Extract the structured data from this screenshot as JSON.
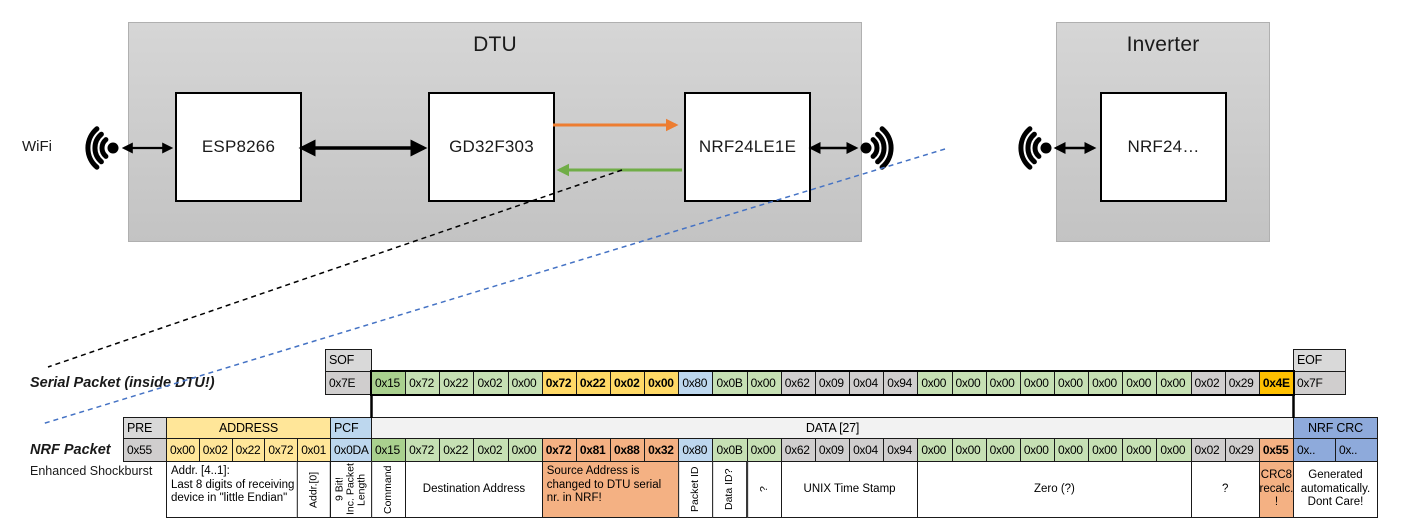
{
  "diagram": {
    "wifi_label": "WiFi",
    "dtu": {
      "title": "DTU",
      "components": [
        "ESP8266",
        "GD32F303",
        "NRF24LE1E"
      ]
    },
    "inverter": {
      "title": "Inverter",
      "components": [
        "NRF24…"
      ]
    },
    "colors": {
      "orange_arrow": "#ED7D31",
      "green_arrow": "#70AD47",
      "blue_dashed_line": "#4472C4",
      "black_dashed_line": "#000000"
    }
  },
  "serial_packet": {
    "label": "Serial Packet (inside DTU!)",
    "sof": {
      "header": "SOF",
      "value": "0x7E"
    },
    "eof": {
      "header": "EOF",
      "value": "0x7F"
    },
    "bytes": [
      {
        "v": "0x15",
        "c": "gd"
      },
      {
        "v": "0x72",
        "c": "gn"
      },
      {
        "v": "0x22",
        "c": "gn"
      },
      {
        "v": "0x02",
        "c": "gn"
      },
      {
        "v": "0x00",
        "c": "gn"
      },
      {
        "v": "0x72",
        "c": "au"
      },
      {
        "v": "0x22",
        "c": "au"
      },
      {
        "v": "0x02",
        "c": "au"
      },
      {
        "v": "0x00",
        "c": "au"
      },
      {
        "v": "0x80",
        "c": "bl"
      },
      {
        "v": "0x0B",
        "c": "gn"
      },
      {
        "v": "0x00",
        "c": "gn"
      },
      {
        "v": "0x62",
        "c": "gy"
      },
      {
        "v": "0x09",
        "c": "gy"
      },
      {
        "v": "0x04",
        "c": "gy"
      },
      {
        "v": "0x94",
        "c": "gy"
      },
      {
        "v": "0x00",
        "c": "gn"
      },
      {
        "v": "0x00",
        "c": "gn"
      },
      {
        "v": "0x00",
        "c": "gn"
      },
      {
        "v": "0x00",
        "c": "gn"
      },
      {
        "v": "0x00",
        "c": "gn"
      },
      {
        "v": "0x00",
        "c": "gn"
      },
      {
        "v": "0x00",
        "c": "gn"
      },
      {
        "v": "0x00",
        "c": "gn"
      },
      {
        "v": "0x02",
        "c": "gy"
      },
      {
        "v": "0x29",
        "c": "gy"
      },
      {
        "v": "0x4E",
        "c": "am"
      }
    ]
  },
  "nrf_packet": {
    "label": "NRF Packet",
    "sublabel": "Enhanced Shockburst",
    "groups": [
      {
        "header": "PRE",
        "bytes": [
          {
            "v": "0x55",
            "c": "gy"
          }
        ]
      },
      {
        "header": "ADDRESS",
        "bytes": [
          {
            "v": "0x00",
            "c": "ye"
          },
          {
            "v": "0x02",
            "c": "ye"
          },
          {
            "v": "0x22",
            "c": "ye"
          },
          {
            "v": "0x72",
            "c": "ye"
          },
          {
            "v": "0x01",
            "c": "ye"
          }
        ]
      },
      {
        "header": "PCF",
        "bytes": [
          {
            "v": "0x0DA",
            "c": "bl"
          }
        ]
      },
      {
        "header": "DATA [27]",
        "bytes": [
          {
            "v": "0x15",
            "c": "gd"
          },
          {
            "v": "0x72",
            "c": "gn"
          },
          {
            "v": "0x22",
            "c": "gn"
          },
          {
            "v": "0x02",
            "c": "gn"
          },
          {
            "v": "0x00",
            "c": "gn"
          },
          {
            "v": "0x72",
            "c": "sa"
          },
          {
            "v": "0x81",
            "c": "sa"
          },
          {
            "v": "0x88",
            "c": "sa"
          },
          {
            "v": "0x32",
            "c": "sa"
          },
          {
            "v": "0x80",
            "c": "bl"
          },
          {
            "v": "0x0B",
            "c": "gn"
          },
          {
            "v": "0x00",
            "c": "gn"
          },
          {
            "v": "0x62",
            "c": "gy"
          },
          {
            "v": "0x09",
            "c": "gy"
          },
          {
            "v": "0x04",
            "c": "gy"
          },
          {
            "v": "0x94",
            "c": "gy"
          },
          {
            "v": "0x00",
            "c": "gn"
          },
          {
            "v": "0x00",
            "c": "gn"
          },
          {
            "v": "0x00",
            "c": "gn"
          },
          {
            "v": "0x00",
            "c": "gn"
          },
          {
            "v": "0x00",
            "c": "gn"
          },
          {
            "v": "0x00",
            "c": "gn"
          },
          {
            "v": "0x00",
            "c": "gn"
          },
          {
            "v": "0x00",
            "c": "gn"
          },
          {
            "v": "0x02",
            "c": "gy"
          },
          {
            "v": "0x29",
            "c": "gy"
          },
          {
            "v": "0x55",
            "c": "sa"
          }
        ]
      },
      {
        "header": "NRF CRC",
        "bytes": [
          {
            "v": "0x..",
            "c": "cr"
          },
          {
            "v": "0x..",
            "c": "cr"
          }
        ]
      }
    ],
    "annotations": [
      {
        "text": "Addr. [4..1]:\nLast 8 digits of receiving\ndevice in \"little Endian\"",
        "span": 4,
        "align": "left"
      },
      {
        "text": "Addr.[0]",
        "span": 1,
        "vertical": true
      },
      {
        "text": "9 Bit!\nInc. Packet\nLength",
        "span": 1,
        "vertical": true
      },
      {
        "text": "Command",
        "span": 1,
        "vertical": true
      },
      {
        "text": "Destination Address",
        "span": 4
      },
      {
        "text": "Source Address is\nchanged to DTU serial\nnr. in NRF!",
        "span": 4,
        "color": "salmon",
        "align": "left"
      },
      {
        "text": "Packet ID",
        "span": 1,
        "vertical": true
      },
      {
        "text": "Data ID?",
        "span": 1,
        "vertical": true
      },
      {
        "text": "?",
        "span": 1,
        "vertical": true
      },
      {
        "text": "UNIX Time Stamp",
        "span": 4
      },
      {
        "text": "Zero (?)",
        "span": 8
      },
      {
        "text": "?",
        "span": 2
      },
      {
        "text": "CRC8\nrecalc.\n!",
        "span": 1,
        "color": "salmon"
      },
      {
        "text": "Generated\nautomatically.\nDont Care!",
        "span": 2
      }
    ]
  }
}
